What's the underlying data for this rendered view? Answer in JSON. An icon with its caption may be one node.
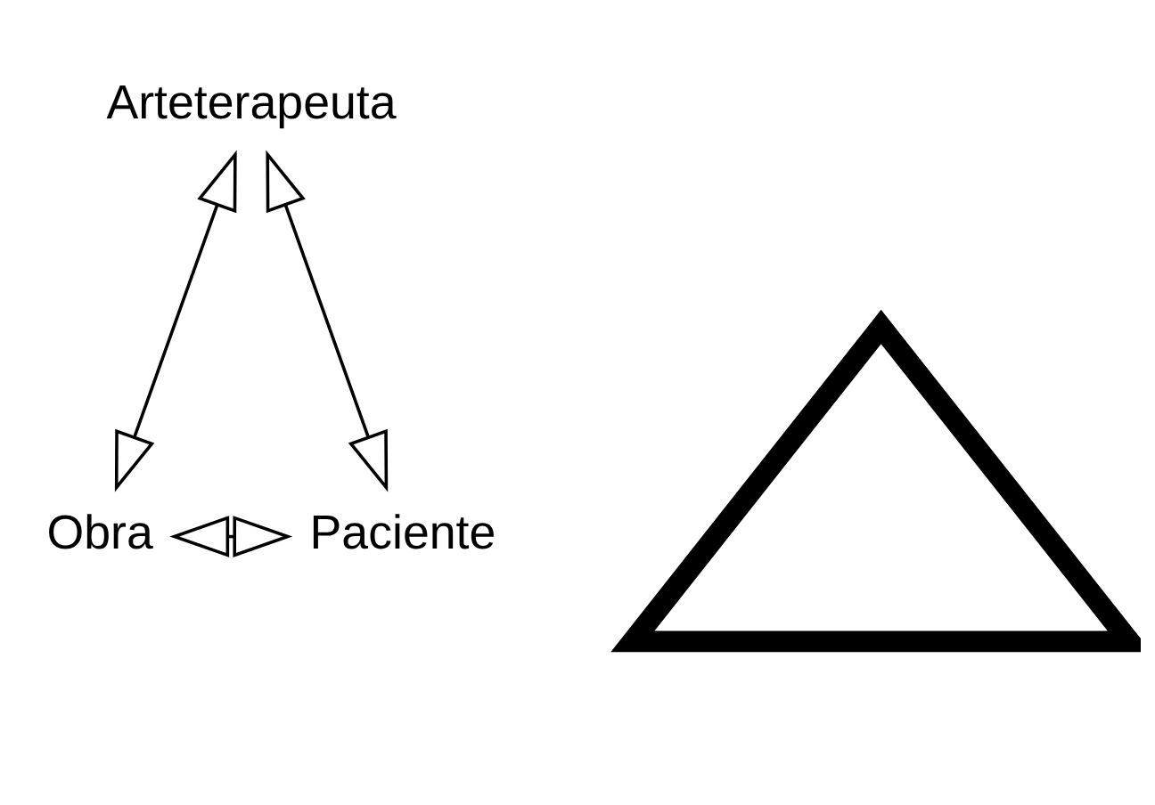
{
  "diagram": {
    "nodes": [
      {
        "text": [
          "Arteterapeuta"
        ]
      },
      {
        "text": [],
        "shape": "triangle"
      },
      {
        "text": [
          "Obra"
        ]
      },
      {
        "text": [
          "Paciente"
        ]
      }
    ],
    "edges": [
      {
        "from": 0,
        "to": 2,
        "arrow": "both"
      },
      {
        "from": 0,
        "to": 3,
        "arrow": "both"
      },
      {
        "from": 2,
        "to": 3,
        "arrow": "both"
      }
    ]
  }
}
